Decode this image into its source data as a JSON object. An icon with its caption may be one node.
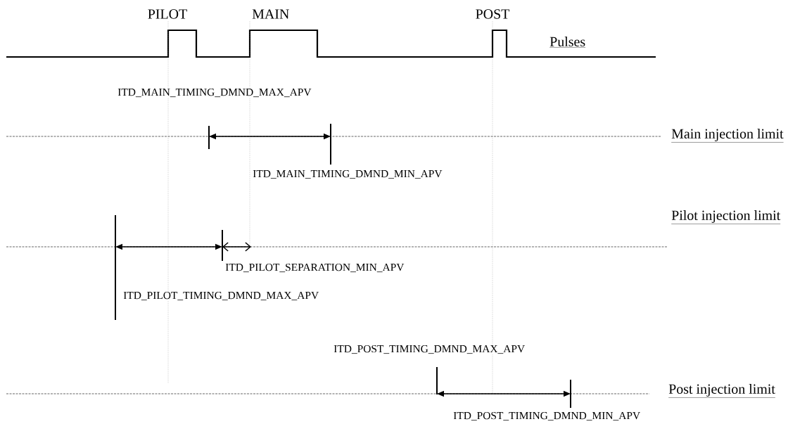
{
  "diagram": {
    "labels": [
      "PILOT",
      "MAIN",
      "POST",
      "Pulses",
      "ITD_MAIN_TIMING_DMND_MAX_APV",
      "Main injection limit",
      "ITD_MAIN_TIMING_DMND_MIN_APV",
      "Pilot injection limit",
      "ITD_PILOT_SEPARATION_MIN_APV",
      "ITD_PILOT_TIMING_DMND_MAX_APV",
      "ITD_POST_TIMING_DMND_MAX_APV",
      "Post injection limit",
      "ITD_POST_TIMING_DMND_MIN_APV"
    ]
  }
}
